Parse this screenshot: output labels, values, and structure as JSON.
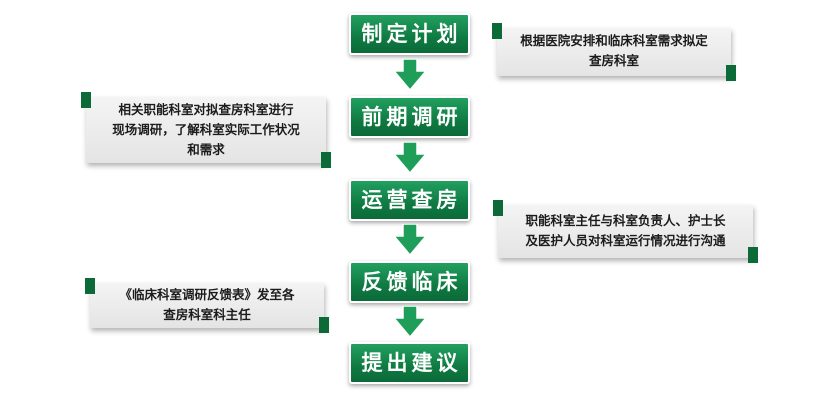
{
  "steps": [
    {
      "label": "制定计划"
    },
    {
      "label": "前期调研"
    },
    {
      "label": "运营查房"
    },
    {
      "label": "反馈临床"
    },
    {
      "label": "提出建议"
    }
  ],
  "notes": [
    {
      "lines": [
        "根据医院安排和临床科室需求拟定",
        "查房科室"
      ]
    },
    {
      "lines": [
        "相关职能科室对拟查房科室进行",
        "现场调研，了解科室实际工作状况",
        "和需求"
      ]
    },
    {
      "lines": [
        "职能科室主任与科室负责人、护士长",
        "及医护人员对科室运行情况进行沟通"
      ]
    },
    {
      "lines": [
        "《临床科室调研反馈表》发至各",
        "查房科室科主任"
      ]
    }
  ],
  "colors": {
    "accent": "#0f7a42",
    "arrow": "#1f9e5a"
  }
}
